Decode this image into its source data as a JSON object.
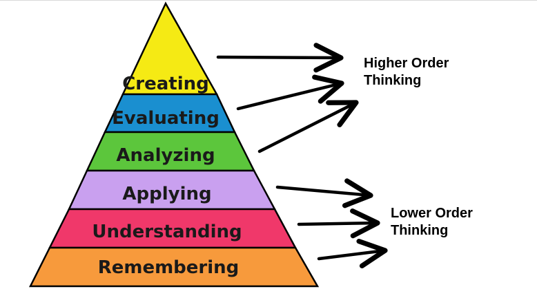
{
  "pyramid": {
    "levels": [
      {
        "label": "Creating",
        "color": "#f5ea14"
      },
      {
        "label": "Evaluating",
        "color": "#1a8fd0"
      },
      {
        "label": "Analyzing",
        "color": "#5cc63c"
      },
      {
        "label": "Applying",
        "color": "#c9a0ef"
      },
      {
        "label": "Understanding",
        "color": "#f0386a"
      },
      {
        "label": "Remembering",
        "color": "#f79a3c"
      }
    ]
  },
  "groups": {
    "higher": {
      "line1": "Higher Order",
      "line2": "Thinking"
    },
    "lower": {
      "line1": "Lower Order",
      "line2": "Thinking"
    }
  }
}
